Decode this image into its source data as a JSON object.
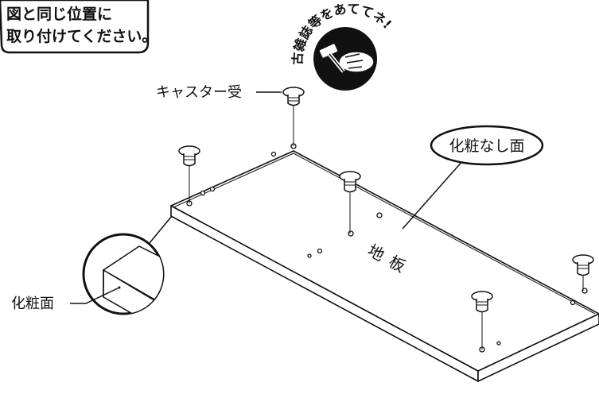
{
  "instruction_box": {
    "line1": "図と同じ位置に",
    "line2": "取り付けてください。"
  },
  "badge": {
    "text": "古雑誌等をあててネ!",
    "icon": "hand-with-hammer-icon"
  },
  "labels": {
    "caster_receiver": "キャスター受",
    "no_finish_surface": "化粧なし面",
    "board_name_1": "地",
    "board_name_2": "板",
    "finish_surface": "化粧面"
  },
  "colors": {
    "line": "#111111",
    "background": "#ffffff"
  }
}
